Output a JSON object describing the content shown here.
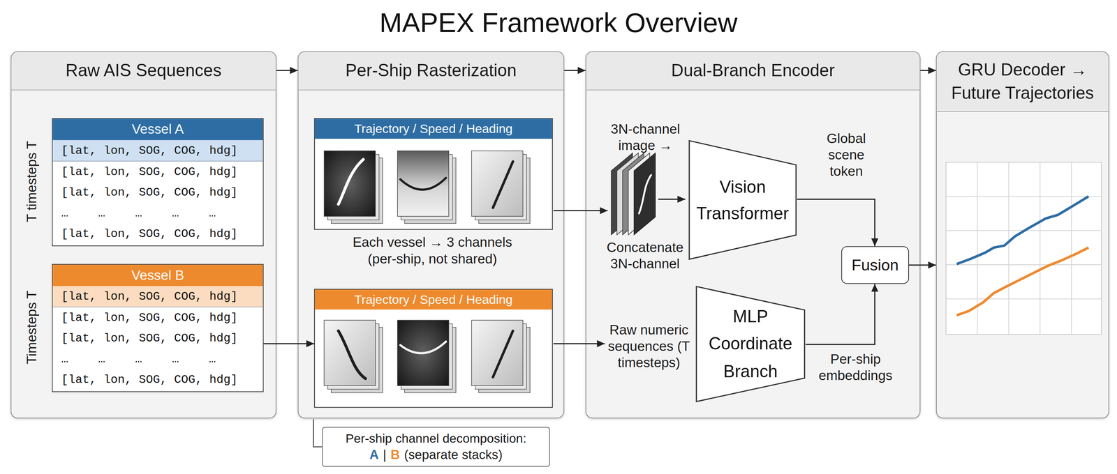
{
  "diagram": {
    "title": "MAPEX Framework Overview",
    "nodes": [
      {
        "text": [
          "Raw AIS Sequences"
        ]
      },
      {
        "text": [
          "Vessel A",
          "[lat, lon, SOG, COG, hdg]",
          "[lat, lon, SOG, COG, hdg]",
          "[lat, lon, SOG, COG, hdg]",
          "… … … … …",
          "[lat, lon, SOG, COG, hdg]"
        ],
        "in": 0
      },
      {
        "text": [
          "Vessel B",
          "[lat, lon, SOG, COG, hdg]",
          "[lat, lon, SOG, COG, hdg]",
          "[lat, lon, SOG, COG, hdg]",
          "… … … … …",
          "[lat, lon, SOG, COG, hdg]"
        ],
        "in": 0
      },
      {
        "text": [
          "Per-Ship Rasterization"
        ]
      },
      {
        "text": [
          "Trajectory / Speed / Heading"
        ],
        "in": 3
      },
      {
        "text": [
          "Trajectory / Speed / Heading"
        ],
        "in": 3
      },
      {
        "text": [
          "Dual-Branch Encoder"
        ]
      },
      {
        "text": [
          "Vision Transformer"
        ],
        "in": 6
      },
      {
        "text": [
          "MLP Coordinate Branch"
        ],
        "in": 6
      },
      {
        "text": [
          "Fusion"
        ],
        "in": 6
      },
      {
        "text": [
          "GRU Decoder → Future Trajectories"
        ]
      },
      {
        "text": [
          "Per-ship channel decomposition:",
          "A",
          "|",
          "B",
          "(separate stacks)"
        ]
      }
    ],
    "edges": [
      {
        "from": 0,
        "to": 3,
        "arrow": "to"
      },
      {
        "from": 3,
        "to": 6,
        "arrow": "to"
      },
      {
        "from": 6,
        "to": 10,
        "arrow": "to"
      },
      {
        "from": 2,
        "to": 5,
        "arrow": "to"
      },
      {
        "from": 7,
        "to": 9,
        "arrow": "to"
      },
      {
        "from": 8,
        "to": 9,
        "arrow": "to"
      },
      {
        "from": 9,
        "to": 10,
        "arrow": "to"
      }
    ],
    "labels": [
      "T timesteps T",
      "Timesteps T",
      "Each vessel → 3 channels (per-ship, not shared)",
      "3N-channel image →",
      "Concatenate 3N-channel",
      "Global scene token",
      "Raw numeric sequences (T timesteps)",
      "Per-ship embeddings"
    ]
  }
}
